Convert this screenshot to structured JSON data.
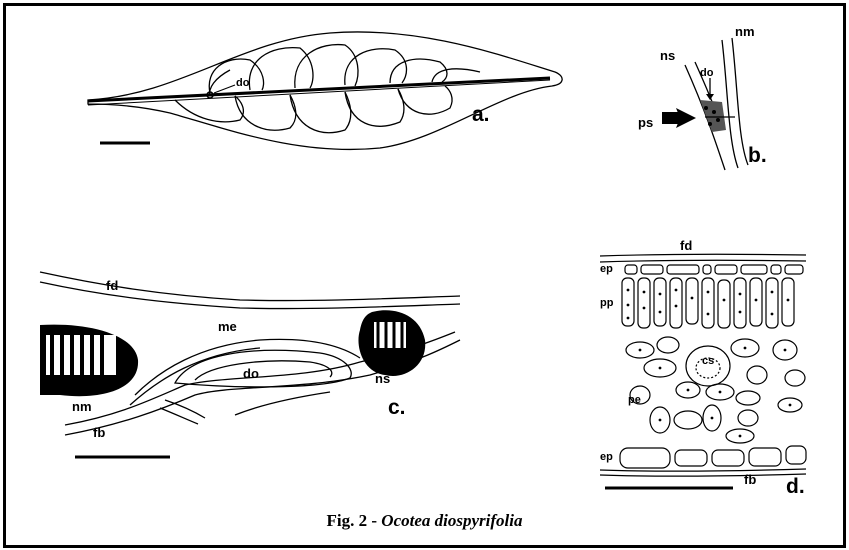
{
  "caption": {
    "prefix": "Fig. 2 - ",
    "species": "Ocotea diospyrifolia"
  },
  "panels": {
    "a": {
      "letter": "a.",
      "labels": {
        "do": "do"
      }
    },
    "b": {
      "letter": "b.",
      "labels": {
        "ns": "ns",
        "nm": "nm",
        "do": "do",
        "ps": "ps"
      }
    },
    "c": {
      "letter": "c.",
      "labels": {
        "fd": "fd",
        "me": "me",
        "do": "do",
        "nm": "nm",
        "ns": "ns",
        "fb": "fb"
      }
    },
    "d": {
      "letter": "d.",
      "labels": {
        "fd": "fd",
        "ep_top": "ep",
        "pp": "pp",
        "cs": "cs",
        "pe": "pe",
        "ep_bottom": "ep",
        "fb": "fb"
      }
    }
  },
  "colors": {
    "ink": "#000000",
    "paper": "#ffffff"
  }
}
